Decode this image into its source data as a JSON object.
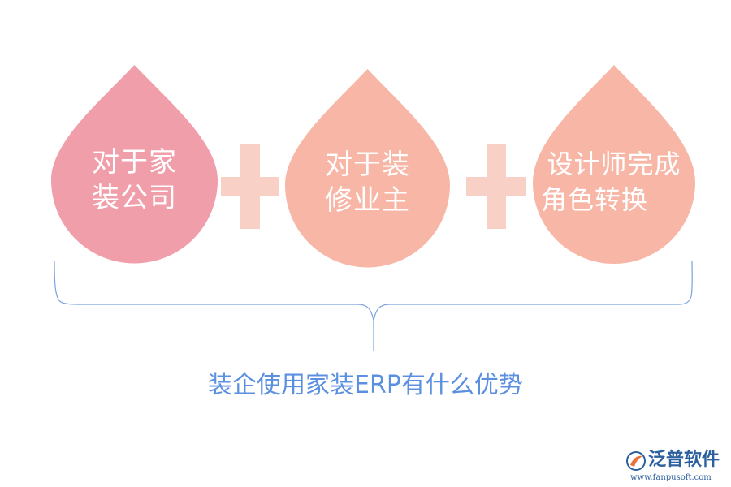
{
  "drops": [
    {
      "line1": "对于家",
      "line2": "装公司",
      "color": "#f19eab"
    },
    {
      "line1": "对于装",
      "line2": "修业主",
      "color": "#f7b6a6"
    },
    {
      "line1": "设计师完成",
      "line2": "角色转换",
      "color": "#f7b6a6"
    }
  ],
  "plus_color": "#f8d0c6",
  "brace_color": "#7aa3dc",
  "caption": "装企使用家装ERP有什么优势",
  "caption_color": "#5b8fe0",
  "logo": {
    "name": "泛普软件",
    "url": "www.fanpusoft.com",
    "icon": "fanpu-logo-icon"
  }
}
